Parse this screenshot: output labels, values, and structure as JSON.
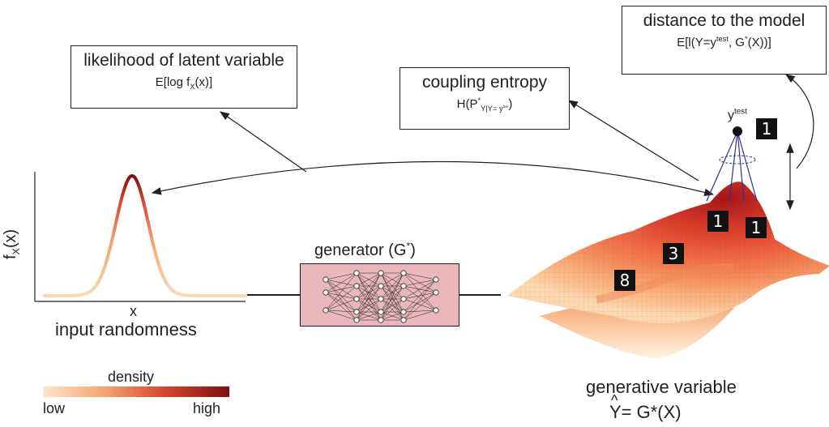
{
  "boxes": {
    "likelihood": {
      "title": "likelihood of latent variable",
      "formula": "E[log f",
      "formula_sub": "X",
      "formula_tail": "(x)]"
    },
    "coupling": {
      "title": "coupling entropy",
      "formula": "H(P",
      "formula_sup": "*",
      "formula_sub": "Y|Y= y",
      "formula_subsup": "test",
      "formula_tail": ")"
    },
    "distance": {
      "title": "distance to the model",
      "formula": "E[l(Y=y",
      "formula_sup": "test",
      "formula_mid": ", G",
      "formula_sup2": "*",
      "formula_tail": "(X))]"
    }
  },
  "density_plot": {
    "ylabel": "f",
    "ylabel_sub": "X",
    "ylabel_tail": "(x)",
    "xlabel": "x",
    "caption": "input randomness"
  },
  "generator": {
    "label": "generator (G",
    "label_sup": "*",
    "label_tail": ")"
  },
  "surface": {
    "ytest_label": "y",
    "ytest_sup": "test",
    "digits": [
      "1",
      "1",
      "1",
      "3",
      "8"
    ],
    "caption": "generative variable",
    "formula": "Y= G*(X)",
    "formula_hat": "^"
  },
  "colorbar": {
    "title": "density",
    "low": "low",
    "high": "high",
    "colors": [
      "#fde6cb",
      "#f4a36e",
      "#d7412e",
      "#7a0f12"
    ]
  }
}
